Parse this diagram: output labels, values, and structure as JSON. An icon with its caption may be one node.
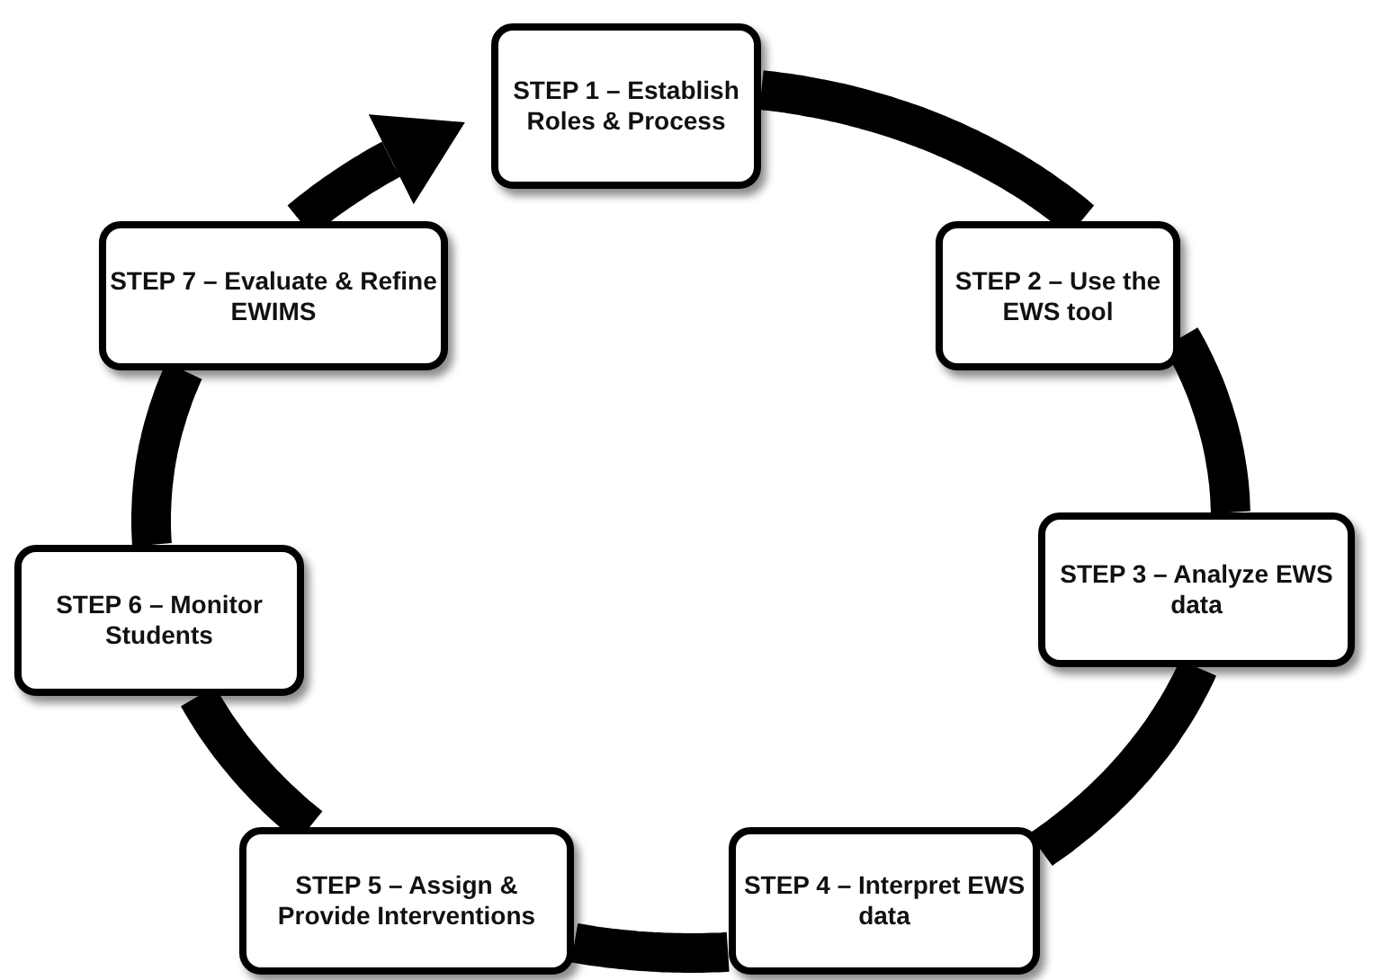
{
  "diagram": {
    "nodes": [
      {
        "text": [
          "STEP 1 – Establish Roles & Process"
        ]
      },
      {
        "text": [
          "STEP 2 – Use the EWS tool"
        ]
      },
      {
        "text": [
          "STEP 3 – Analyze EWS data"
        ]
      },
      {
        "text": [
          "STEP 4 – Interpret EWS data"
        ]
      },
      {
        "text": [
          "STEP 5 – Assign & Provide Interventions"
        ]
      },
      {
        "text": [
          "STEP 6 – Monitor Students"
        ]
      },
      {
        "text": [
          "STEP 7 – Evaluate & Refine EWIMS"
        ]
      }
    ],
    "edges": [
      {
        "from": 0,
        "to": 1,
        "arrow": "none"
      },
      {
        "from": 1,
        "to": 2,
        "arrow": "none"
      },
      {
        "from": 2,
        "to": 3,
        "arrow": "none"
      },
      {
        "from": 3,
        "to": 4,
        "arrow": "none"
      },
      {
        "from": 4,
        "to": 5,
        "arrow": "none"
      },
      {
        "from": 5,
        "to": 6,
        "arrow": "none"
      },
      {
        "from": 6,
        "to": 0,
        "arrow": "to"
      }
    ]
  }
}
